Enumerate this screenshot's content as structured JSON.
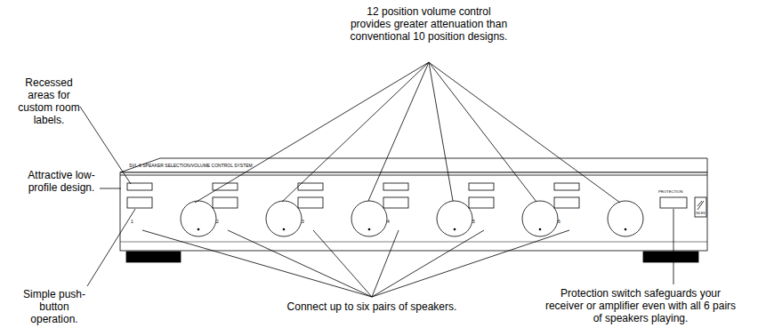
{
  "diagram": {
    "labels": [
      "12 position volume control provides greater attenuation than conventional 10 position designs.",
      "Recessed areas for custom room labels.",
      "SVL-6 SPEAKER SELECTION/VOLUME CONTROL SYSTEM",
      "Attractive low-profile design.",
      "PROTECTION",
      "1",
      "2",
      "3",
      "4",
      "5",
      "6",
      "NILES",
      "Simple push-button operation.",
      "Connect up to six pairs of speakers.",
      "Protection switch safeguards your receiver or amplifier even with all 6 pairs of speakers playing."
    ]
  }
}
